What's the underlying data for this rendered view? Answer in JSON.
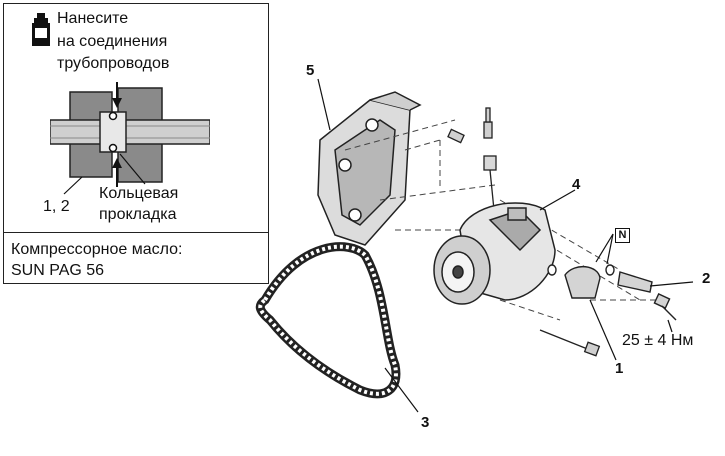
{
  "inset": {
    "instruction_line1": "Нанесите",
    "instruction_line2": "на соединения",
    "instruction_line3": "трубопроводов",
    "parts_label": "1, 2",
    "oring_line1": "Кольцевая",
    "oring_line2": "прокладка",
    "oil_line1": "Компрессорное масло:",
    "oil_line2": "SUN PAG 56",
    "oil_can_icon": "oil-can-icon"
  },
  "callouts": {
    "c1": "1",
    "c2": "2",
    "c3": "3",
    "c4": "4",
    "c5": "5"
  },
  "badge": {
    "label": "N"
  },
  "torque": {
    "value": "25 ± 4 Нм"
  }
}
